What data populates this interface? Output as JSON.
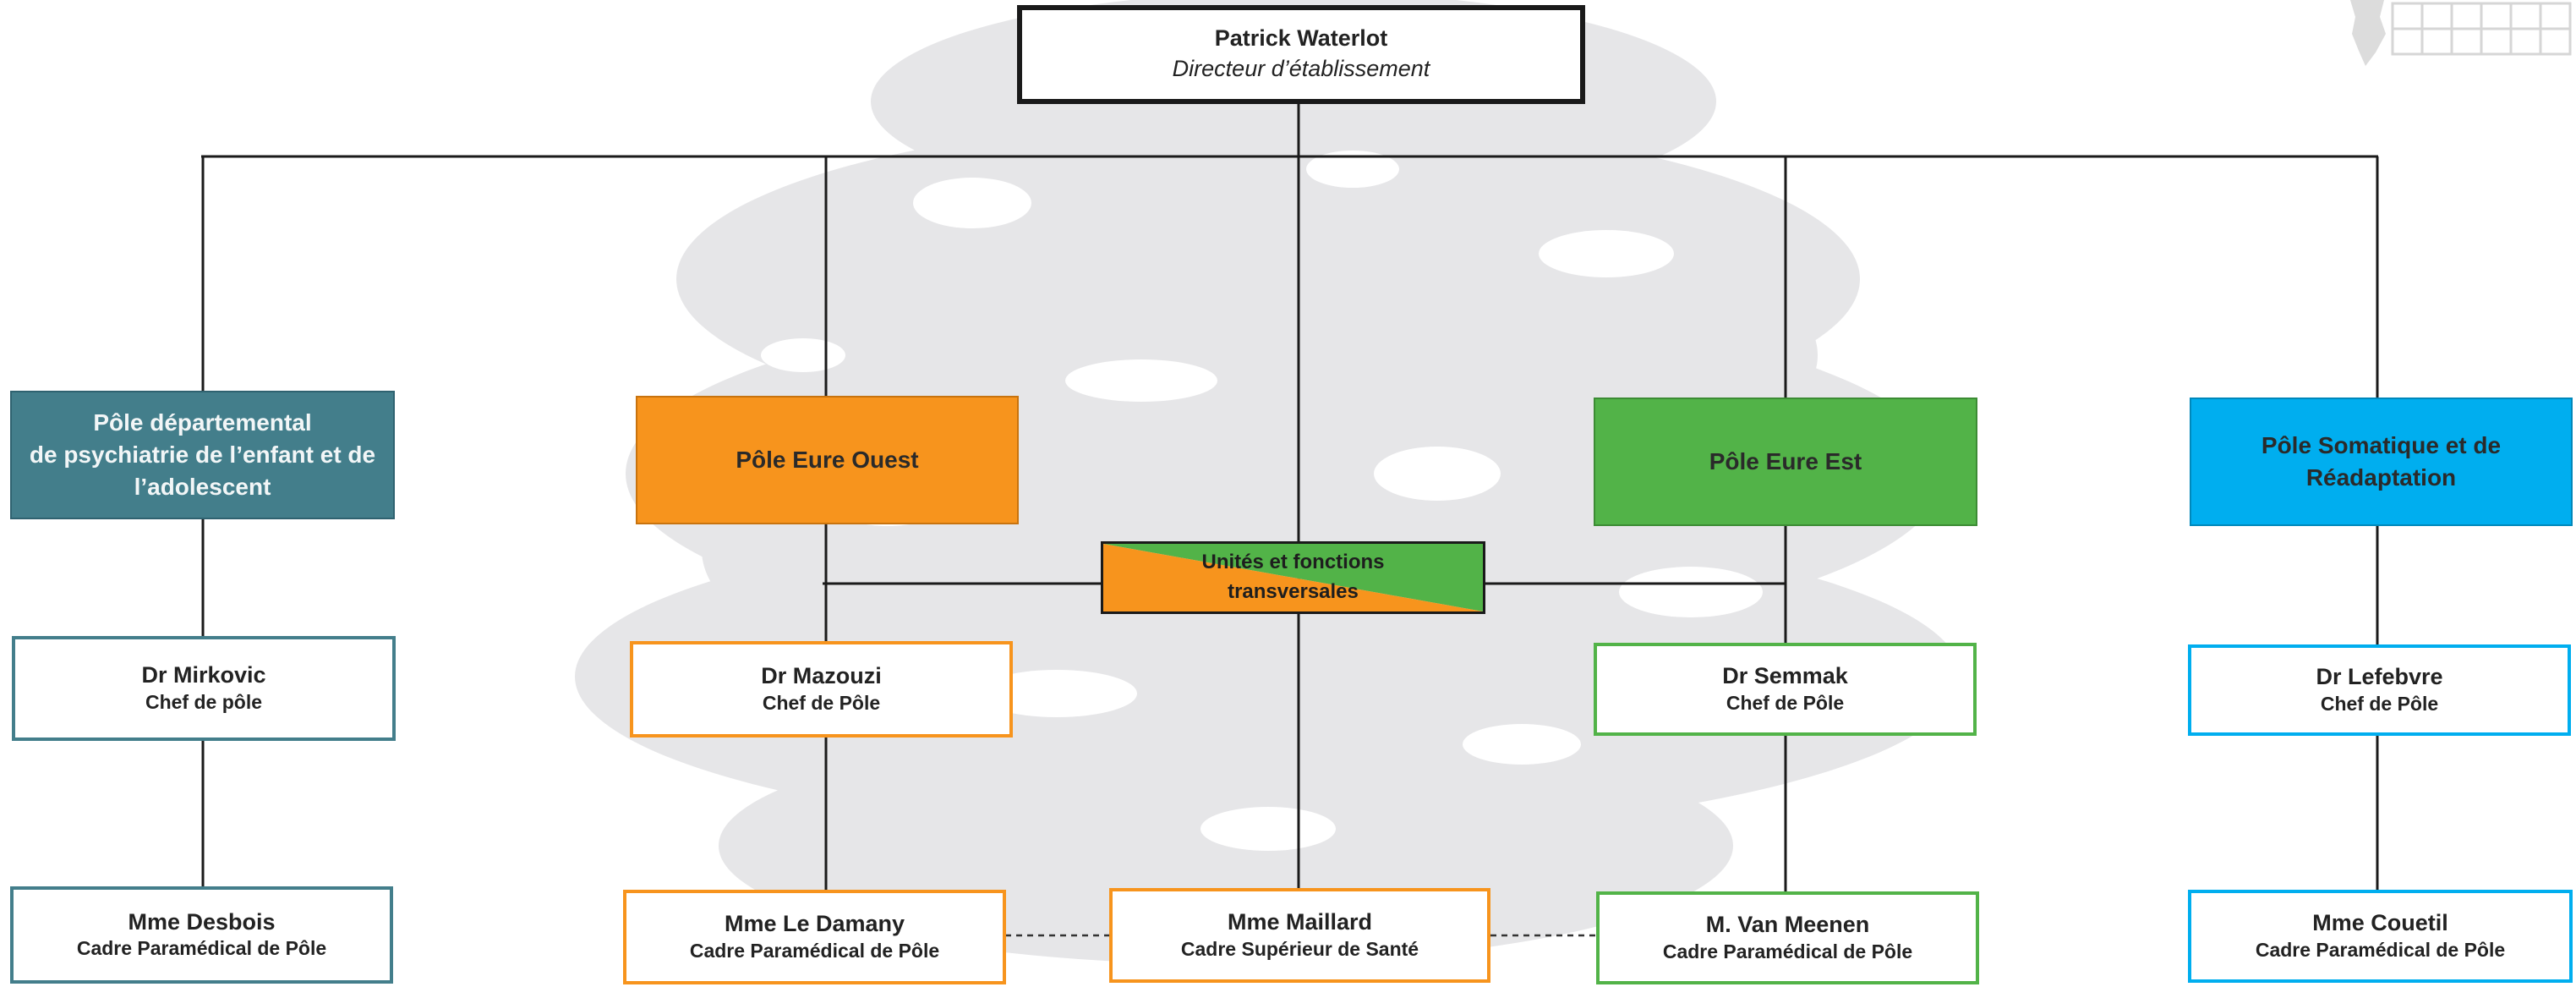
{
  "director": {
    "name": "Patrick Waterlot",
    "role": "Directeur d’établissement"
  },
  "poles": [
    {
      "title": "Pôle départemental\nde psychiatrie de l’enfant et de\nl’adolescent",
      "color": "#437e8b",
      "chef": {
        "name": "Dr Mirkovic",
        "role": "Chef de pôle"
      },
      "cadre": {
        "name": "Mme Desbois",
        "role": "Cadre Paramédical de Pôle"
      }
    },
    {
      "title": "Pôle Eure Ouest",
      "color": "#f7941d",
      "chef": {
        "name": "Dr Mazouzi",
        "role": "Chef de Pôle"
      },
      "cadre": {
        "name": "Mme Le Damany",
        "role": "Cadre Paramédical de Pôle"
      }
    },
    {
      "title": "Pôle Eure Est",
      "color": "#52b348",
      "chef": {
        "name": "Dr Semmak",
        "role": "Chef de Pôle"
      },
      "cadre": {
        "name": "M. Van Meenen",
        "role": "Cadre Paramédical de Pôle"
      }
    },
    {
      "title": "Pôle Somatique et de\nRéadaptation",
      "color": "#00aeef",
      "chef": {
        "name": "Dr Lefebvre",
        "role": "Chef de Pôle"
      },
      "cadre": {
        "name": "Mme Couetil",
        "role": "Cadre Paramédical de Pôle"
      }
    }
  ],
  "transversal": {
    "title": "Unités et fonctions\ntransversales",
    "colors": [
      "#f7941d",
      "#52b348"
    ]
  },
  "superieur": {
    "name": "Mme Maillard",
    "role": "Cadre Supérieur de Santé"
  }
}
